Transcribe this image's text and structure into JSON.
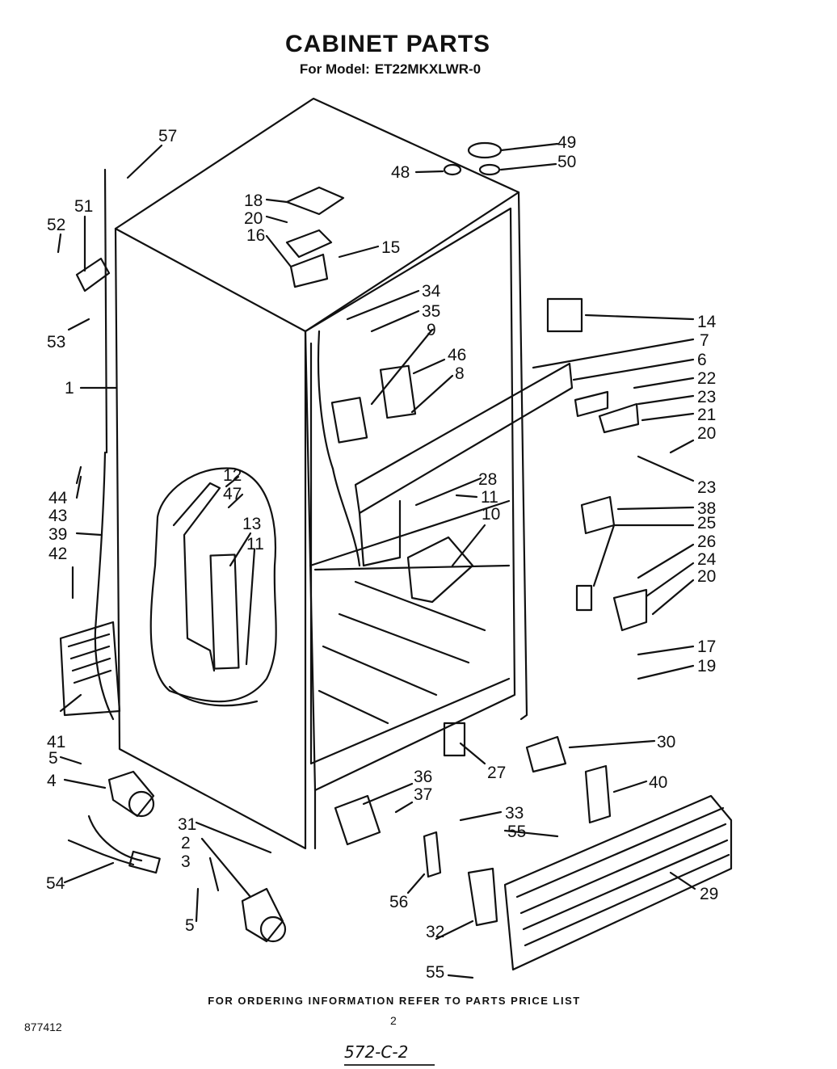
{
  "header": {
    "title": "CABINET PARTS",
    "model_label": "For Model:",
    "model_number": "ET22MKXLWR-0"
  },
  "footer": {
    "ordering_info": "FOR ORDERING INFORMATION REFER TO PARTS PRICE LIST",
    "document_number": "877412",
    "page_number": "2",
    "stamp": "572-C-2"
  },
  "callouts": [
    "57",
    "49",
    "48",
    "50",
    "18",
    "20",
    "51",
    "52",
    "16",
    "15",
    "53",
    "34",
    "35",
    "14",
    "9",
    "7",
    "46",
    "8",
    "6",
    "22",
    "23",
    "21",
    "1",
    "20",
    "12",
    "47",
    "23",
    "44",
    "43",
    "28",
    "11",
    "38",
    "39",
    "13",
    "11",
    "10",
    "25",
    "42",
    "26",
    "24",
    "20",
    "17",
    "19",
    "41",
    "30",
    "5",
    "36",
    "4",
    "27",
    "40",
    "37",
    "33",
    "55",
    "31",
    "2",
    "3",
    "54",
    "29",
    "56",
    "5",
    "32",
    "55"
  ]
}
